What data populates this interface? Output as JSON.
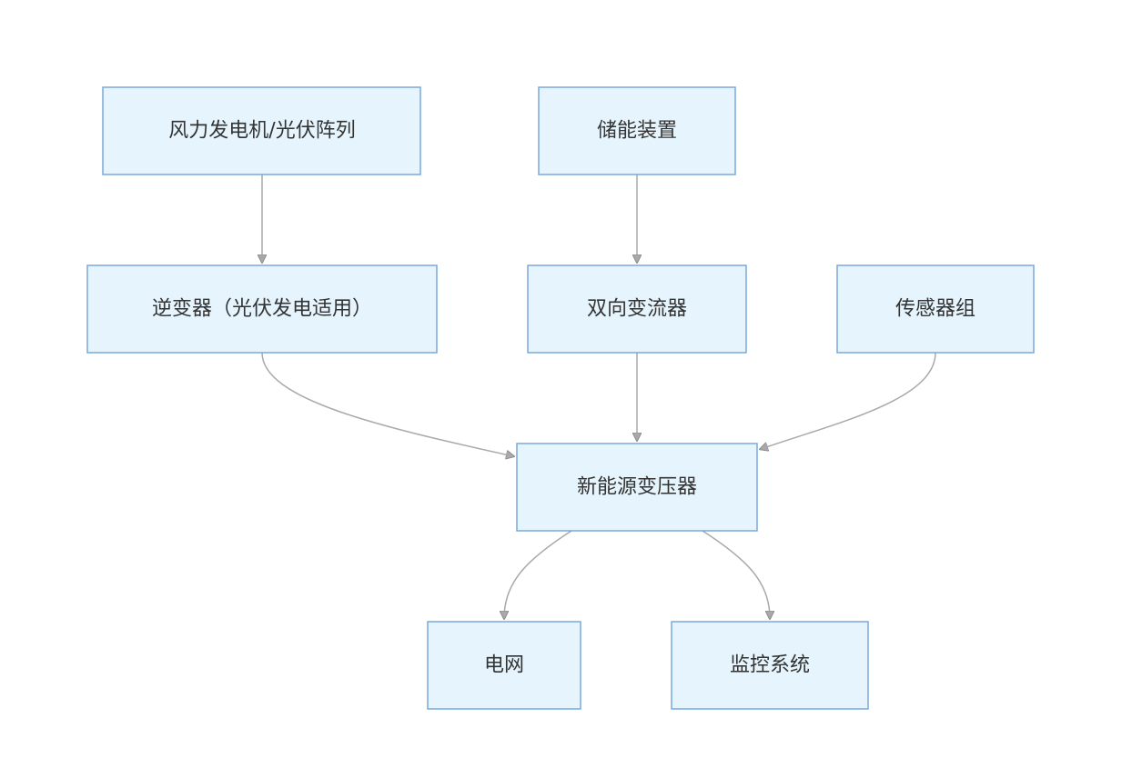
{
  "diagram": {
    "nodes": {
      "wind_pv": "风力发电机/光伏阵列",
      "storage": "储能装置",
      "inverter": "逆变器（光伏发电适用）",
      "converter": "双向变流器",
      "sensors": "传感器组",
      "transformer": "新能源变压器",
      "grid": "电网",
      "monitoring": "监控系统"
    },
    "edges": [
      {
        "from": "wind_pv",
        "to": "inverter"
      },
      {
        "from": "storage",
        "to": "converter"
      },
      {
        "from": "inverter",
        "to": "transformer"
      },
      {
        "from": "converter",
        "to": "transformer"
      },
      {
        "from": "sensors",
        "to": "transformer"
      },
      {
        "from": "transformer",
        "to": "grid"
      },
      {
        "from": "transformer",
        "to": "monitoring"
      }
    ],
    "colors": {
      "node_fill": "#e6f5fd",
      "node_border": "#7aa8dc",
      "edge": "#a9a9a9",
      "text": "#333333"
    }
  }
}
